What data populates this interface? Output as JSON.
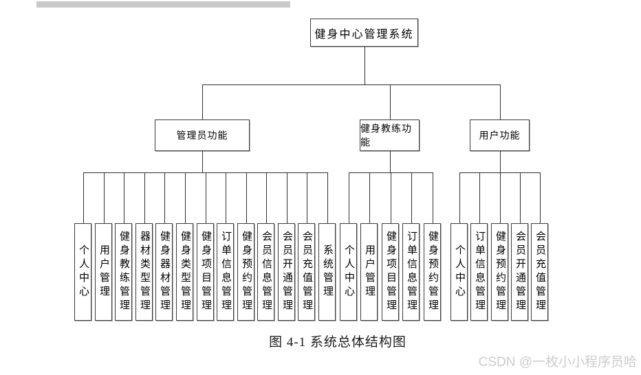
{
  "diagram": {
    "root": "健身中心管理系统",
    "branches": [
      {
        "label": "管理员功能",
        "leaves": [
          "个人中心",
          "用户管理",
          "健身教练管理",
          "器材类型管理",
          "健身器材管理",
          "健身类型管理",
          "健身项目管理",
          "订单信息管理",
          "健身预约管理",
          "会员信息管理",
          "会员开通管理",
          "会员充值管理",
          "系统管理"
        ]
      },
      {
        "label": "健身教练功能",
        "leaves": [
          "个人中心",
          "用户管理",
          "健身项目管理",
          "订单信息管理",
          "健身预约管理"
        ]
      },
      {
        "label": "用户功能",
        "leaves": [
          "个人中心",
          "订单信息管理",
          "健身预约管理",
          "会员开通管理",
          "会员充值管理"
        ]
      }
    ],
    "caption": "图 4-1 系统总体结构图",
    "watermark": "CSDN @一枚小小程序员哈",
    "colors": {
      "line": "#2e2e2e",
      "box_border": "#3a3a3a",
      "watermark_text": "#cccccc",
      "top_bar": "#c9c9c9",
      "background": "#ffffff"
    }
  }
}
